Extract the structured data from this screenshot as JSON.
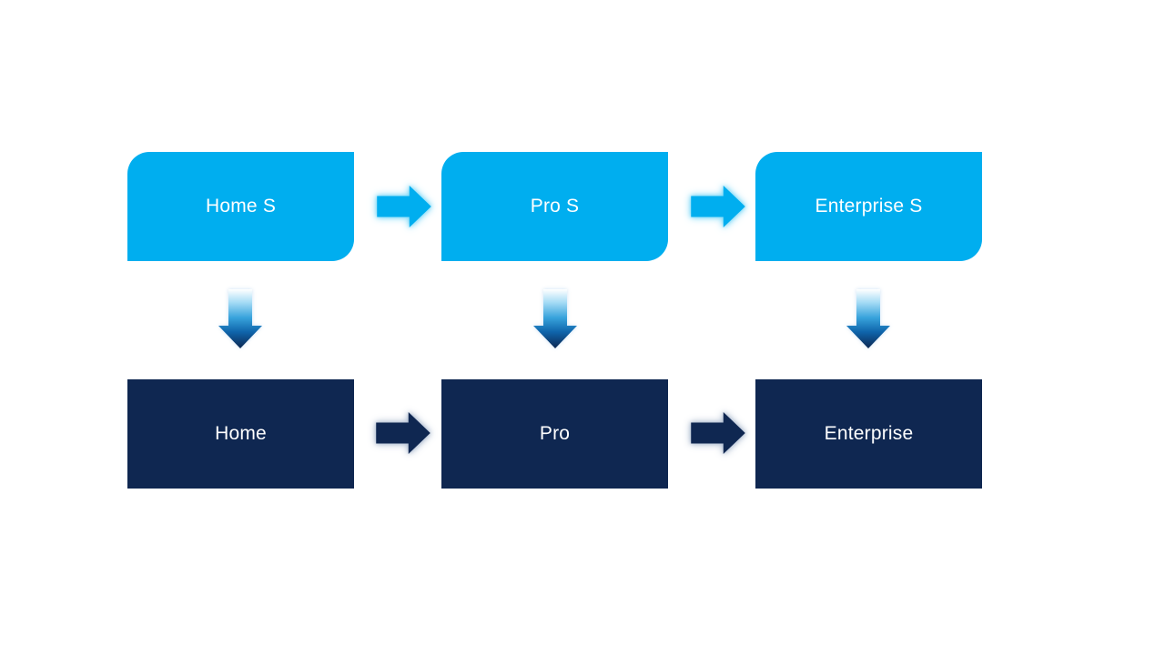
{
  "diagram": {
    "description": "Edition upgrade flow with S-mode tier mapping to full tier",
    "top_row": [
      {
        "label": "Home S"
      },
      {
        "label": "Pro S"
      },
      {
        "label": "Enterprise S"
      }
    ],
    "bottom_row": [
      {
        "label": "Home"
      },
      {
        "label": "Pro"
      },
      {
        "label": "Enterprise"
      }
    ]
  },
  "colors": {
    "background": "#FFFFFF",
    "light_blue": "#00AEEF",
    "dark_navy": "#0F2751",
    "text": "#FFFFFF",
    "light_arrow_glow": "#7FD9F8",
    "dark_arrow_glow": "#AFBDD1",
    "down_gradient": [
      "#FFFFFF",
      "#A6DCF5",
      "#38A3DC",
      "#0F65AB",
      "#0C2750"
    ]
  }
}
